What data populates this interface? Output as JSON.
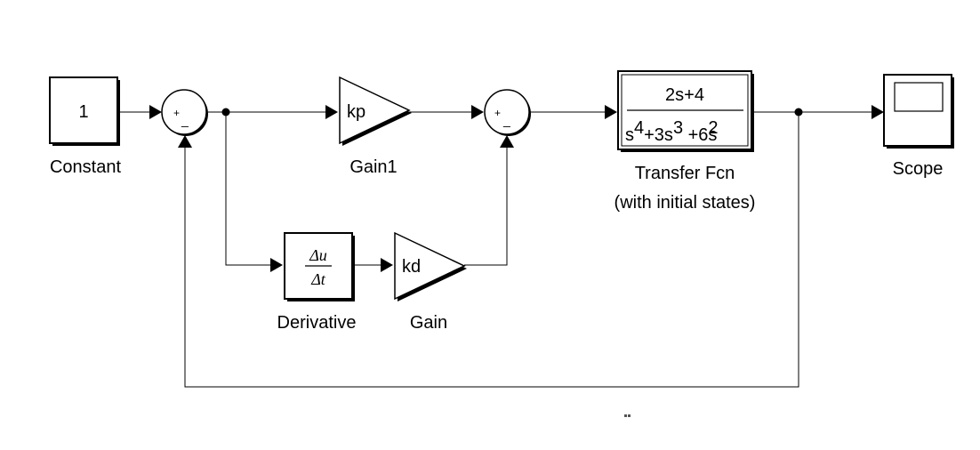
{
  "blocks": {
    "constant": {
      "value": "1",
      "label": "Constant"
    },
    "gain1": {
      "value": "kp",
      "label": "Gain1"
    },
    "gain": {
      "value": "kd",
      "label": "Gain"
    },
    "derivative": {
      "numerator": "Δu",
      "denominator": "Δt",
      "label": "Derivative"
    },
    "sum1": {
      "plus": "+",
      "minus": "_"
    },
    "sum2": {
      "plus": "+",
      "minus": "_"
    },
    "transfer_fcn": {
      "numerator": "2s+4",
      "den_s": "s",
      "den_exp4": "4",
      "den_mid": "+3s",
      "den_exp3": "3",
      "den_tail": " +6s",
      "den_exp2": "2",
      "label_line1": "Transfer Fcn",
      "label_line2": "(with initial states)"
    },
    "scope": {
      "label": "Scope"
    }
  },
  "colors": {
    "line": "#000000",
    "background": "#ffffff",
    "scope_screen": "#ffffff"
  },
  "icons": {
    "arrowheads": "filled-triangle",
    "sum": "circle",
    "gain": "triangle"
  }
}
